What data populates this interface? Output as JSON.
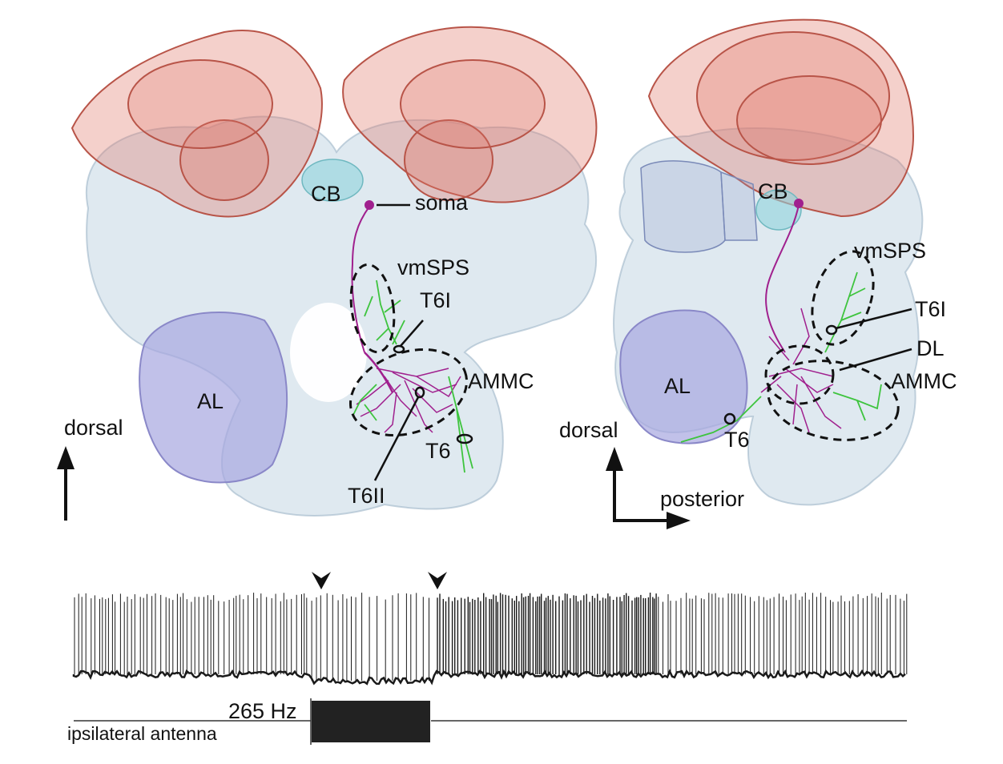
{
  "left_panel": {
    "labels": {
      "cb": "CB",
      "soma": "soma",
      "vmsps": "vmSPS",
      "t6i": "T6I",
      "ammc": "AMMC",
      "al": "AL",
      "t6": "T6",
      "t6ii": "T6II"
    },
    "axis": {
      "dorsal": "dorsal"
    }
  },
  "right_panel": {
    "labels": {
      "cb": "CB",
      "vmsps": "vmSPS",
      "t6i": "T6I",
      "dl": "DL",
      "ammc": "AMMC",
      "al": "AL",
      "t6": "T6"
    },
    "axis": {
      "dorsal": "dorsal",
      "posterior": "posterior"
    }
  },
  "recording": {
    "stimulus_frequency": "265 Hz",
    "stimulus_label": "ipsilateral antenna",
    "arrowhead_count": 2
  },
  "colors": {
    "neuron": "#a0208e",
    "green_branches": "#3ec43e",
    "mushroom_body": "#e0786a",
    "brain_mass": "#c9dae6",
    "antennal_lobe": "#a7a6e0",
    "central_body": "#8fd4dc",
    "trace": "#1a1a1a"
  }
}
